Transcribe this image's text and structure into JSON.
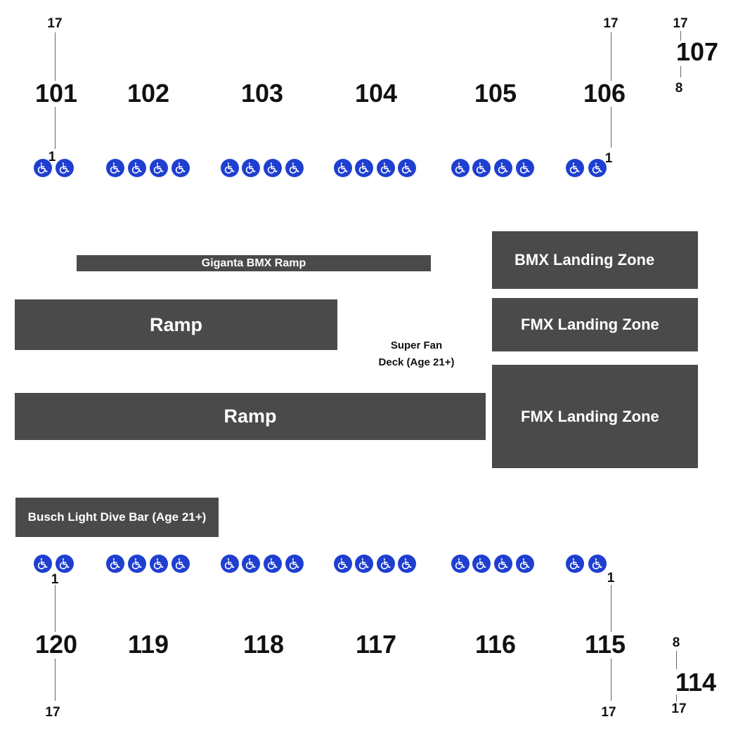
{
  "colors": {
    "block": "#4a4a4a",
    "ada_blue": "#1f3fd0",
    "text": "#111111"
  },
  "top_sections": {
    "s101": "101",
    "s102": "102",
    "s103": "103",
    "s104": "104",
    "s105": "105",
    "s106": "106",
    "s107": "107"
  },
  "bottom_sections": {
    "s120": "120",
    "s119": "119",
    "s118": "118",
    "s117": "117",
    "s116": "116",
    "s115": "115",
    "s114": "114"
  },
  "row_labels": {
    "r101_top": "17",
    "r101_bottom": "1",
    "r106_top": "17",
    "r106_bottom": "1",
    "r107_top": "17",
    "r107_bottom": "8",
    "r120_top": "1",
    "r120_bottom": "17",
    "r115_top": "1",
    "r115_bottom": "17",
    "r114_top": "8",
    "r114_bottom": "17"
  },
  "floor": {
    "giganta": "Giganta BMX Ramp",
    "ramp_upper": "Ramp",
    "ramp_lower": "Ramp",
    "bmx_landing": "BMX Landing Zone",
    "fmx_landing_1": "FMX Landing Zone",
    "fmx_landing_2": "FMX Landing Zone",
    "super_fan_line1": "Super Fan",
    "super_fan_line2": "Deck (Age 21+)",
    "dive_bar": "Busch Light Dive Bar (Age 21+)"
  },
  "icons": {
    "accessible_seating": "wheelchair-icon"
  }
}
